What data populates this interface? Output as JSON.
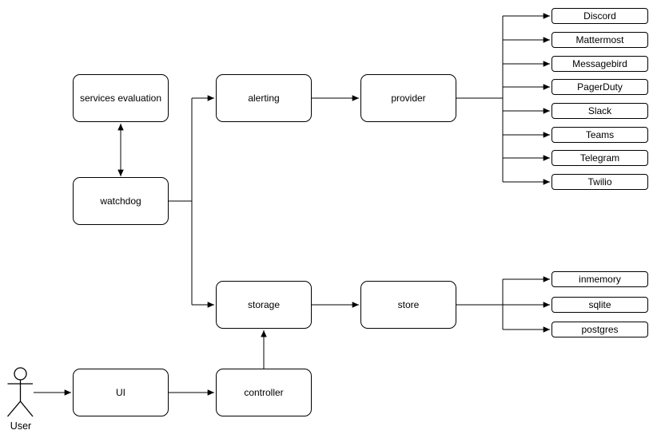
{
  "diagram": {
    "type": "architecture-flowchart",
    "colors": {
      "background": "#ffffff",
      "node_fill": "#ffffff",
      "stroke": "#000000",
      "text": "#000000"
    },
    "actor": {
      "label": "User"
    },
    "nodes": {
      "services_evaluation": {
        "label": "services evaluation"
      },
      "watchdog": {
        "label": "watchdog"
      },
      "alerting": {
        "label": "alerting"
      },
      "provider": {
        "label": "provider"
      },
      "storage": {
        "label": "storage"
      },
      "store": {
        "label": "store"
      },
      "ui": {
        "label": "UI"
      },
      "controller": {
        "label": "controller"
      }
    },
    "provider_targets": [
      "Discord",
      "Mattermost",
      "Messagebird",
      "PagerDuty",
      "Slack",
      "Teams",
      "Telegram",
      "Twilio"
    ],
    "store_targets": [
      "inmemory",
      "sqlite",
      "postgres"
    ],
    "edges": [
      {
        "from": "services evaluation",
        "to": "watchdog",
        "style": "double-arrow"
      },
      {
        "from": "watchdog",
        "to": "alerting",
        "style": "arrow"
      },
      {
        "from": "watchdog",
        "to": "storage",
        "style": "arrow"
      },
      {
        "from": "alerting",
        "to": "provider",
        "style": "arrow"
      },
      {
        "from": "provider",
        "to": "Discord",
        "style": "arrow"
      },
      {
        "from": "provider",
        "to": "Mattermost",
        "style": "arrow"
      },
      {
        "from": "provider",
        "to": "Messagebird",
        "style": "arrow"
      },
      {
        "from": "provider",
        "to": "PagerDuty",
        "style": "arrow"
      },
      {
        "from": "provider",
        "to": "Slack",
        "style": "arrow"
      },
      {
        "from": "provider",
        "to": "Teams",
        "style": "arrow"
      },
      {
        "from": "provider",
        "to": "Telegram",
        "style": "arrow"
      },
      {
        "from": "provider",
        "to": "Twilio",
        "style": "arrow"
      },
      {
        "from": "storage",
        "to": "store",
        "style": "arrow"
      },
      {
        "from": "store",
        "to": "inmemory",
        "style": "arrow"
      },
      {
        "from": "store",
        "to": "sqlite",
        "style": "arrow"
      },
      {
        "from": "store",
        "to": "postgres",
        "style": "arrow"
      },
      {
        "from": "controller",
        "to": "storage",
        "style": "arrow"
      },
      {
        "from": "UI",
        "to": "controller",
        "style": "arrow"
      },
      {
        "from": "User",
        "to": "UI",
        "style": "arrow"
      }
    ]
  }
}
